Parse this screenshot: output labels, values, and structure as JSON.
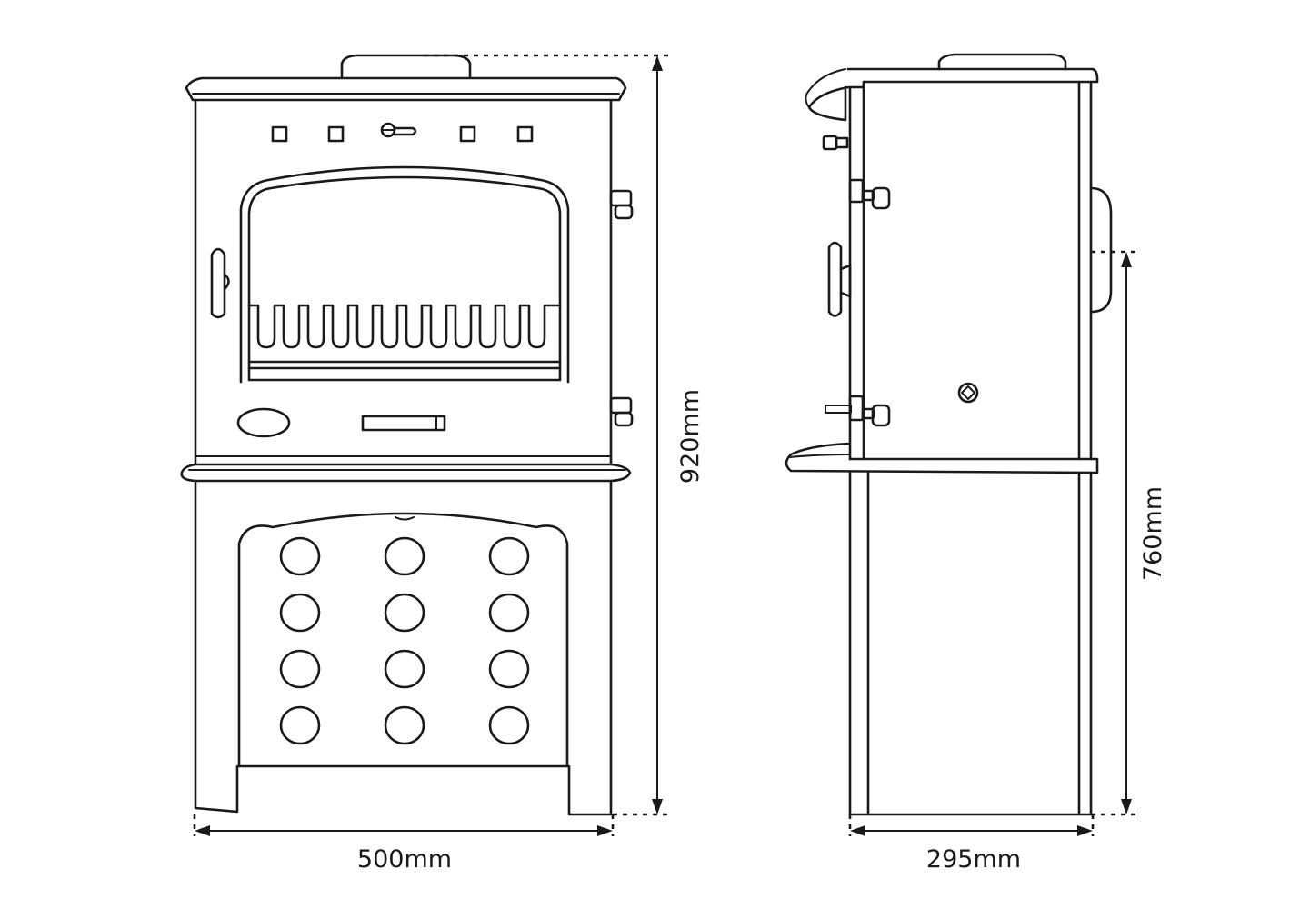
{
  "dimensions": {
    "front_width": "500mm",
    "total_height": "920mm",
    "side_depth": "295mm",
    "hearth_height": "760mm"
  },
  "views": {
    "front": {
      "air_vent_holes": {
        "columns": 3,
        "rows": 4
      }
    },
    "side": {}
  }
}
